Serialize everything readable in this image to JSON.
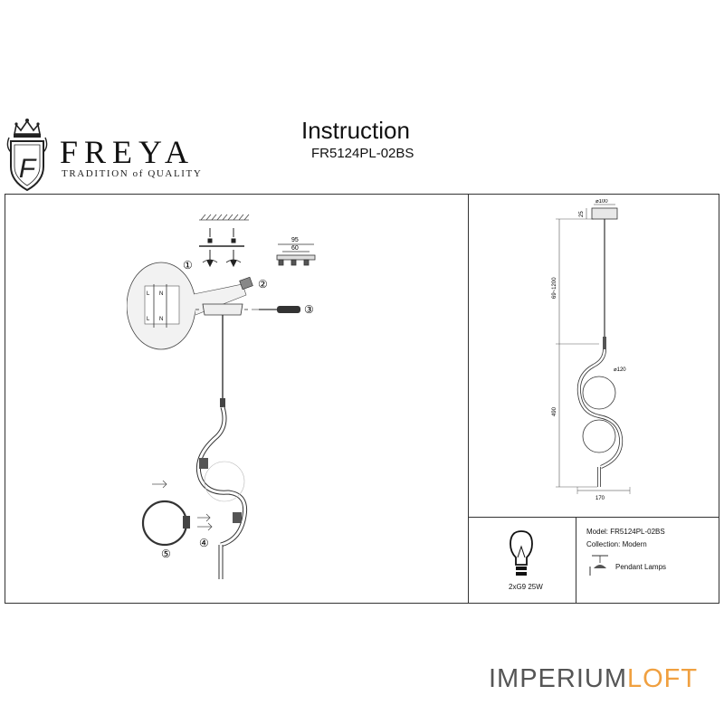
{
  "brand": {
    "name": "FREYA",
    "tagline": "TRADITION of QUALITY",
    "monogram": "F"
  },
  "header": {
    "title": "Instruction",
    "model_code": "FR5124PL-02BS"
  },
  "assembly": {
    "steps": [
      "①",
      "②",
      "③",
      "④",
      "⑤"
    ],
    "bracket_dims": [
      "95",
      "60"
    ],
    "terminal_labels": [
      "L",
      "N",
      "L",
      "N"
    ],
    "icons": [
      "ceiling-hatch-icon",
      "screwdriver-icon",
      "glass-shade-icon",
      "bulb-socket-icon"
    ]
  },
  "dimensions": {
    "canopy_diameter": "⌀100",
    "canopy_height": "25",
    "cable_length": "69~1200",
    "shade_diameter": "⌀120",
    "body_height": "490",
    "width": "170"
  },
  "specs": {
    "bulb": "2xG9 25W",
    "model_label": "Model:",
    "model_value": "FR5124PL-02BS",
    "collection_label": "Collection:",
    "collection_value": "Modern",
    "type_label": "Pendant Lamps",
    "icons": [
      "bulb-icon",
      "pendant-lamp-icon"
    ]
  },
  "footer": {
    "logo_part1": "IMPERIUM",
    "logo_part2": "LOFT",
    "accent_color": "#f0a040"
  }
}
